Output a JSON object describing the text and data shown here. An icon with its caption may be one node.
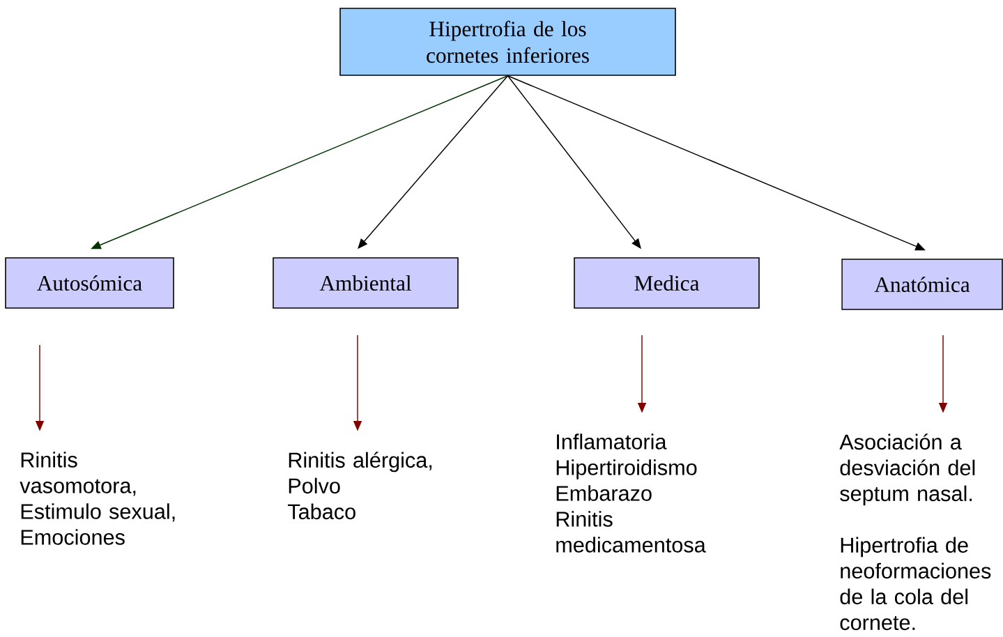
{
  "diagram": {
    "nodes": [
      {
        "text": [
          "Hipertrofia de los cornetes inferiores"
        ]
      },
      {
        "text": [
          "Autosómica"
        ]
      },
      {
        "text": [
          "Ambiental"
        ]
      },
      {
        "text": [
          "Medica"
        ]
      },
      {
        "text": [
          "Anatómica"
        ]
      },
      {
        "text": [
          "Rinitis vasomotora,",
          "Estimulo sexual,",
          "Emociones"
        ]
      },
      {
        "text": [
          "Rinitis alérgica,",
          "Polvo",
          "Tabaco"
        ]
      },
      {
        "text": [
          "Inflamatoria",
          "Hipertiroidismo",
          "Embarazo",
          "Rinitis medicamentosa"
        ]
      },
      {
        "text": [
          "Asociación a desviación del septum nasal.",
          "Hipertrofia de neoformaciones de la cola del cornete."
        ]
      }
    ],
    "edges": [
      {
        "from": 0,
        "to": 1,
        "arrow": "to",
        "color": "#003300"
      },
      {
        "from": 0,
        "to": 2,
        "arrow": "to",
        "color": "#000000"
      },
      {
        "from": 0,
        "to": 3,
        "arrow": "to",
        "color": "#000000"
      },
      {
        "from": 0,
        "to": 4,
        "arrow": "to",
        "color": "#000000"
      },
      {
        "from": null,
        "to": 5,
        "arrow": "to",
        "color": "#800000"
      },
      {
        "from": null,
        "to": 6,
        "arrow": "to",
        "color": "#800000"
      },
      {
        "from": null,
        "to": 7,
        "arrow": "to",
        "color": "#800000"
      },
      {
        "from": null,
        "to": 8,
        "arrow": "to",
        "color": "#800000"
      }
    ]
  }
}
